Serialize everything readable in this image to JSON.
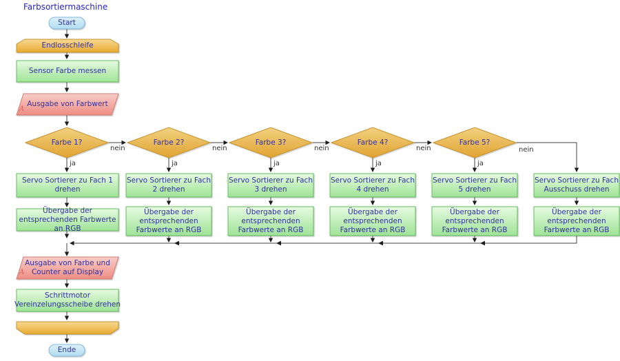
{
  "title": "Farbsortiermaschine",
  "terminals": {
    "start": "Start",
    "end": "Ende"
  },
  "loop": {
    "begin_label": "Endlosschleife"
  },
  "process": {
    "sensor": "Sensor Farbe messen",
    "stepper": "Schrittmotor Vereinzelungsscheibe drehen"
  },
  "io": {
    "farbwert": {
      "label": "Ausgabe von Farbwert",
      "marker": "A"
    },
    "display": {
      "label": "Ausgabe von Farbe und Counter auf Display",
      "marker": "A"
    }
  },
  "decisions": [
    {
      "label": "Farbe 1?",
      "yes": "ja",
      "no": "nein"
    },
    {
      "label": "Farbe 2?",
      "yes": "ja",
      "no": "nein"
    },
    {
      "label": "Farbe 3?",
      "yes": "ja",
      "no": "nein"
    },
    {
      "label": "Farbe 4?",
      "yes": "ja",
      "no": "nein"
    },
    {
      "label": "Farbe 5?",
      "yes": "ja",
      "no": "nein"
    }
  ],
  "columns": [
    {
      "servo": "Servo Sortierer zu Fach 1 drehen",
      "handoff": "Übergabe der entsprechenden Farbwerte an RGB"
    },
    {
      "servo": "Servo Sortierer zu Fach 2 drehen",
      "handoff": "Übergabe der entsprechenden Farbwerte an RGB"
    },
    {
      "servo": "Servo Sortierer zu Fach 3 drehen",
      "handoff": "Übergabe der entsprechenden Farbwerte an RGB"
    },
    {
      "servo": "Servo Sortierer zu Fach 4 drehen",
      "handoff": "Übergabe der entsprechenden Farbwerte an RGB"
    },
    {
      "servo": "Servo Sortierer zu Fach 5 drehen",
      "handoff": "Übergabe der entsprechenden Farbwerte an RGB"
    },
    {
      "servo": "Servo Sortierer zu Fach Ausschuss drehen",
      "handoff": "Übergabe der entsprechenden Farbwerte an RGB"
    }
  ],
  "colors": {
    "title_text": "#2424cc",
    "node_text": "#31319f",
    "process_green": "#a3e69b",
    "loop_orange": "#e9a930",
    "decision_orange": "#e1a433",
    "io_pink": "#ee8e85",
    "terminal_blue": "#b3ddf1",
    "connector": "#454545",
    "marker_red": "#d95f63"
  }
}
